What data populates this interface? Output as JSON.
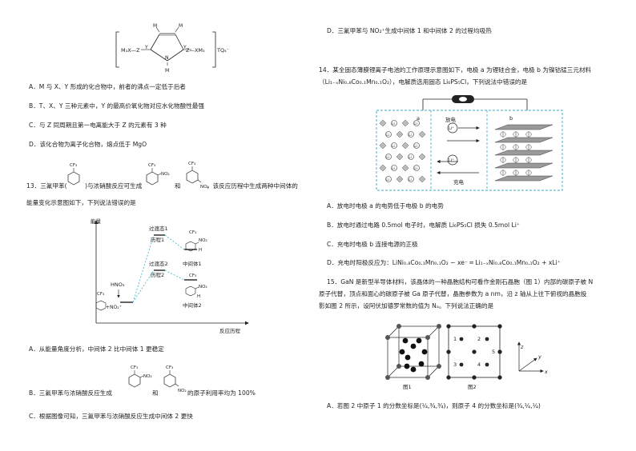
{
  "left": {
    "q12": {
      "structure_labels": {
        "m_top_left": "M",
        "m_top_right": "M",
        "m_bottom": "M",
        "y_left": "Y",
        "y_right": "Y",
        "n_inner": "N",
        "left_group": "M₃X—Z",
        "right_group": "Z—XM₃",
        "counter_ion": "TQ₄⁻"
      },
      "options": [
        "A．M 与 X、Y 形成的化合物中，前者的沸点一定低于后者",
        "B．T、X、Y 三种元素中，Y 的最高价氧化物对应水化物酸性最强",
        "C．与 Z 同周期且第一电离能大于 Z 的元素有 3 种",
        "D．该化合物为离子化合物，熔点低于 MgO"
      ]
    },
    "q13": {
      "stem_part1": "13．三氟甲苯(",
      "stem_part2": ")与浓硝酸反应可生成",
      "stem_and": "和",
      "stem_part3": "，该反应历程中生成两种中间体的",
      "stem_line2": "能量变化示意图如下，下列说法错误的是",
      "mol_labels": {
        "cf3": "CF₃",
        "no2": "NO₂"
      },
      "diagram": {
        "ylabel": "能量",
        "xlabel": "反应历程",
        "ts1": "过渡态1",
        "path1": "历程1",
        "ts2": "过渡态2",
        "path2": "历程2",
        "int1": "中间体1",
        "int2": "中间体2",
        "hno3": "HNO₃",
        "reactant_plus": "+NO₂⁺",
        "h": "H"
      },
      "optA": "A．从能量角度分析，中间体 2 比中间体 1 更稳定",
      "optB_part1": "B．三氟甲苯与浓硝酸反应生成",
      "optB_and": "和",
      "optB_part2": "的原子利用率均为 100%",
      "optC": "C．根据图像可知，三氟甲苯与浓硝酸反应生成中间体 2 更快"
    }
  },
  "right": {
    "q13_optD": "D．三氟甲苯与 NO₂⁺生成中间体 1 和中间体 2 的过程均吸热",
    "q14": {
      "stem1": "14．某全固态薄膜锂离子电池的工作原理示意图如下，电极 a 为锂硅合金，电极 b 为镍钴锰三元材料",
      "stem2": "（Li₁₋ₓNi₀.₈Co₀.₁Mn₀.₁O₂），电解质选用固态 Li₆PS₅Cl，下列说法中错误的是",
      "diagram": {
        "a": "a",
        "b": "b",
        "discharge": "放电",
        "charge": "充电",
        "li": "Li⁺",
        "ion_glyph": "Li"
      },
      "options": [
        "A．放电时电极 a 的电势低于电极 b 的电势",
        "B．放电时通过电路 0.5mol 电子时，电解质 Li₆PS₅Cl 损失 0.5mol Li⁺",
        "C．充电时电极 b 连接电源的正极",
        "D．充电时阳极反应为：LiNi₀.₈Co₀.₁Mn₀.₁O₂ − xe⁻ ═ Li₁₋ₓNi₀.₈Co₀.₁Mn₀.₁O₂ + xLi⁺"
      ]
    },
    "q15": {
      "stem1": "15．GaN 是新型半导体材料，该晶体的一种晶胞结构可看作金刚石晶胞（图 1）内部的碳原子被 N",
      "stem2": "原子代替，顶点和面心的碳原子被 Ga 原子代替，晶胞参数为 a nm，沿 z 轴从上往下俯视的晶胞投",
      "stem3": "影如图 2 所示，设阿伏加德罗常数的值为 Nₐ。下列说法正确的是",
      "fig1": "图1",
      "fig2": "图2",
      "points": [
        "1",
        "2",
        "3",
        "4",
        "5"
      ],
      "axes": {
        "z": "z",
        "y": "y",
        "x": "x"
      },
      "optA": "A．若图 2 中原子 1 的分数坐标是(¼,¾,¾)，则原子 4 的分数坐标是(¾,¼,¼)"
    }
  }
}
